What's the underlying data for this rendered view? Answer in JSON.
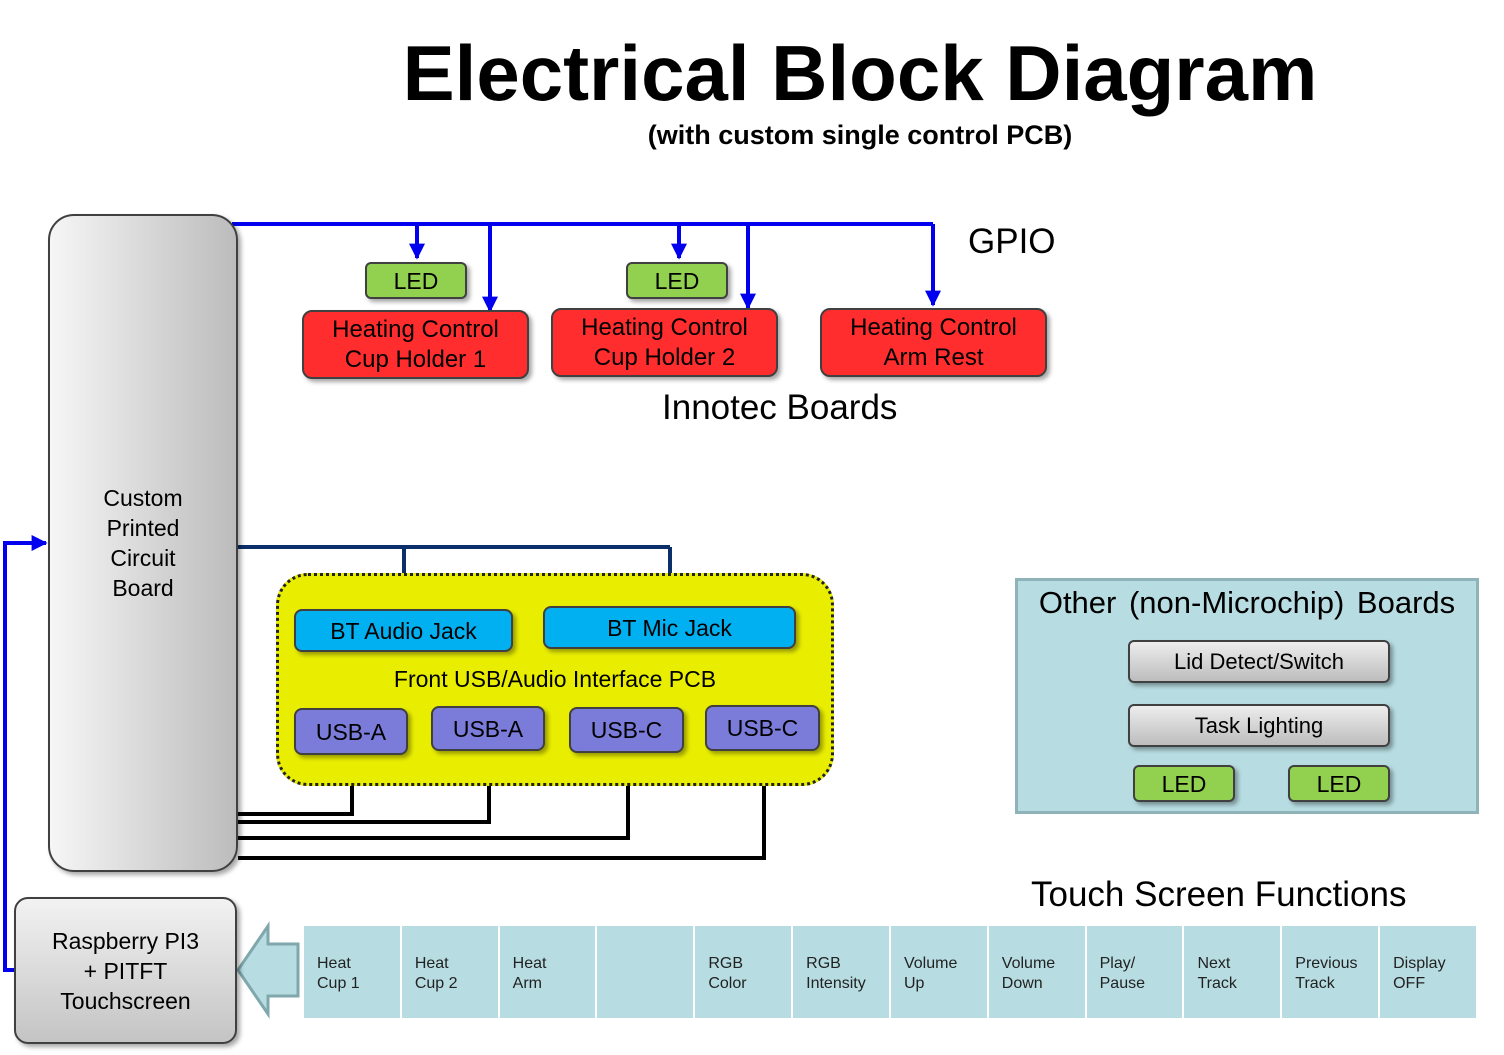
{
  "title": "Electrical Block Diagram",
  "subtitle": "(with custom single control PCB)",
  "labels": {
    "gpio": "GPIO",
    "innotec": "Innotec Boards",
    "touch_functions": "Touch Screen Functions"
  },
  "custom_pcb": [
    "Custom",
    "Printed",
    "Circuit",
    "Board"
  ],
  "leds": [
    "LED",
    "LED",
    "LED",
    "LED"
  ],
  "heating": [
    {
      "line1": "Heating Control",
      "line2": "Cup Holder 1"
    },
    {
      "line1": "Heating Control",
      "line2": "Cup Holder 2"
    },
    {
      "line1": "Heating Control",
      "line2": "Arm Rest"
    }
  ],
  "front_pcb": {
    "label": "Front USB/Audio Interface PCB",
    "bt": [
      "BT Audio Jack",
      "BT Mic Jack"
    ],
    "usb": [
      "USB-A",
      "USB-A",
      "USB-C",
      "USB-C"
    ]
  },
  "other": {
    "title": "Other (non-Microchip) Boards",
    "lid": "Lid Detect/Switch",
    "task": "Task Lighting"
  },
  "rpi": [
    "Raspberry PI3",
    "+ PITFT",
    "Touchscreen"
  ],
  "functions": [
    {
      "l1": "Heat",
      "l2": "Cup 1"
    },
    {
      "l1": "Heat",
      "l2": "Cup 2"
    },
    {
      "l1": "Heat",
      "l2": "Arm"
    },
    {
      "l1": "",
      "l2": ""
    },
    {
      "l1": "RGB",
      "l2": "Color"
    },
    {
      "l1": "RGB",
      "l2": "Intensity"
    },
    {
      "l1": "Volume",
      "l2": "Up"
    },
    {
      "l1": "Volume",
      "l2": "Down"
    },
    {
      "l1": "Play/",
      "l2": "Pause"
    },
    {
      "l1": "Next",
      "l2": "Track"
    },
    {
      "l1": "Previous",
      "l2": "Track"
    },
    {
      "l1": "Display",
      "l2": "OFF"
    }
  ],
  "colors": {
    "gpio_wire": "#0000ee",
    "audio_wire": "#0b2f6b",
    "usb_wire": "#000000",
    "led": "#92d050",
    "heating": "#ff2d2d",
    "bt": "#00b0f0",
    "usb": "#7b7bd9",
    "front_pcb": "#e9ee00",
    "other_panel": "#b7dde2"
  }
}
